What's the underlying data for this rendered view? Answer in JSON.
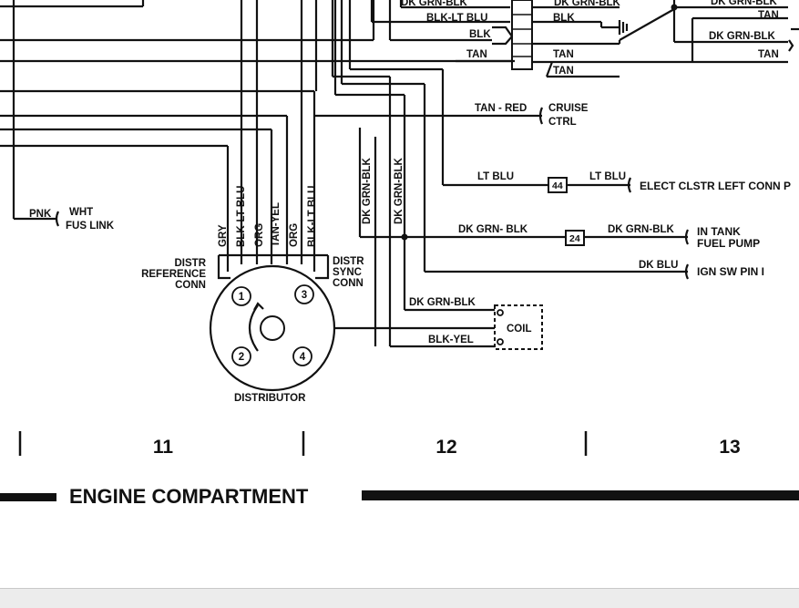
{
  "wire_labels": {
    "dk_grn_blk_top": "DK GRN-BLK",
    "blk_lt_blu_top": "BLK-LT BLU",
    "blk_top": "BLK",
    "tan_left_top": "TAN",
    "dk_grn_blk_mid_top": "DK GRN-BLK",
    "blk_mid_top": "BLK",
    "tan_mid_top": "TAN",
    "tan_mid_top2": "TAN",
    "dk_grn_blk_right_top": "DK GRN-BLK",
    "tan_right_top": "TAN",
    "dk_grn_blk_right2": "DK GRN-BLK",
    "tan_right2": "TAN",
    "tan_red": "TAN - RED",
    "lt_blu_left": "LT BLU",
    "lt_blu_right": "LT BLU",
    "dk_grn_blk_24_left": "DK GRN- BLK",
    "dk_grn_blk_24_right": "DK GRN-BLK",
    "dk_blu": "DK BLU",
    "dk_grn_blk_coil": "DK GRN-BLK",
    "blk_yel_coil": "BLK-YEL",
    "pnk": "PNK",
    "gry": "GRY",
    "blk_lt_blu_1": "BLK-LT BLU",
    "org_1": "ORG",
    "tan_yel": "TAN-YEL",
    "org_2": "ORG",
    "blk_lt_blu_2": "BLK-LT BLU",
    "dk_grn_blk_v1": "DK GRN-BLK",
    "dk_grn_blk_v2": "DK GRN-BLK"
  },
  "components": {
    "cruise_line1": "CRUISE",
    "cruise_line2": "CTRL",
    "elect_clstr": "ELECT CLSTR LEFT CONN P",
    "fuel_pump_line1": "IN TANK",
    "fuel_pump_line2": "FUEL PUMP",
    "ign_sw": "IGN SW PIN I",
    "fus_link_line1": "WHT",
    "fus_link_line2": "FUS LINK",
    "distr_ref_line1": "DISTR",
    "distr_ref_line2": "REFERENCE",
    "distr_ref_line3": "CONN",
    "distr_sync_line1": "DISTR",
    "distr_sync_line2": "SYNC",
    "distr_sync_line3": "CONN",
    "distributor": "DISTRIBUTOR",
    "coil": "COIL",
    "splice_44": "44",
    "splice_24": "24"
  },
  "distributor_pins": [
    "1",
    "2",
    "3",
    "4"
  ],
  "grid_numbers": [
    "11",
    "12",
    "13"
  ],
  "section_title": "ENGINE COMPARTMENT"
}
